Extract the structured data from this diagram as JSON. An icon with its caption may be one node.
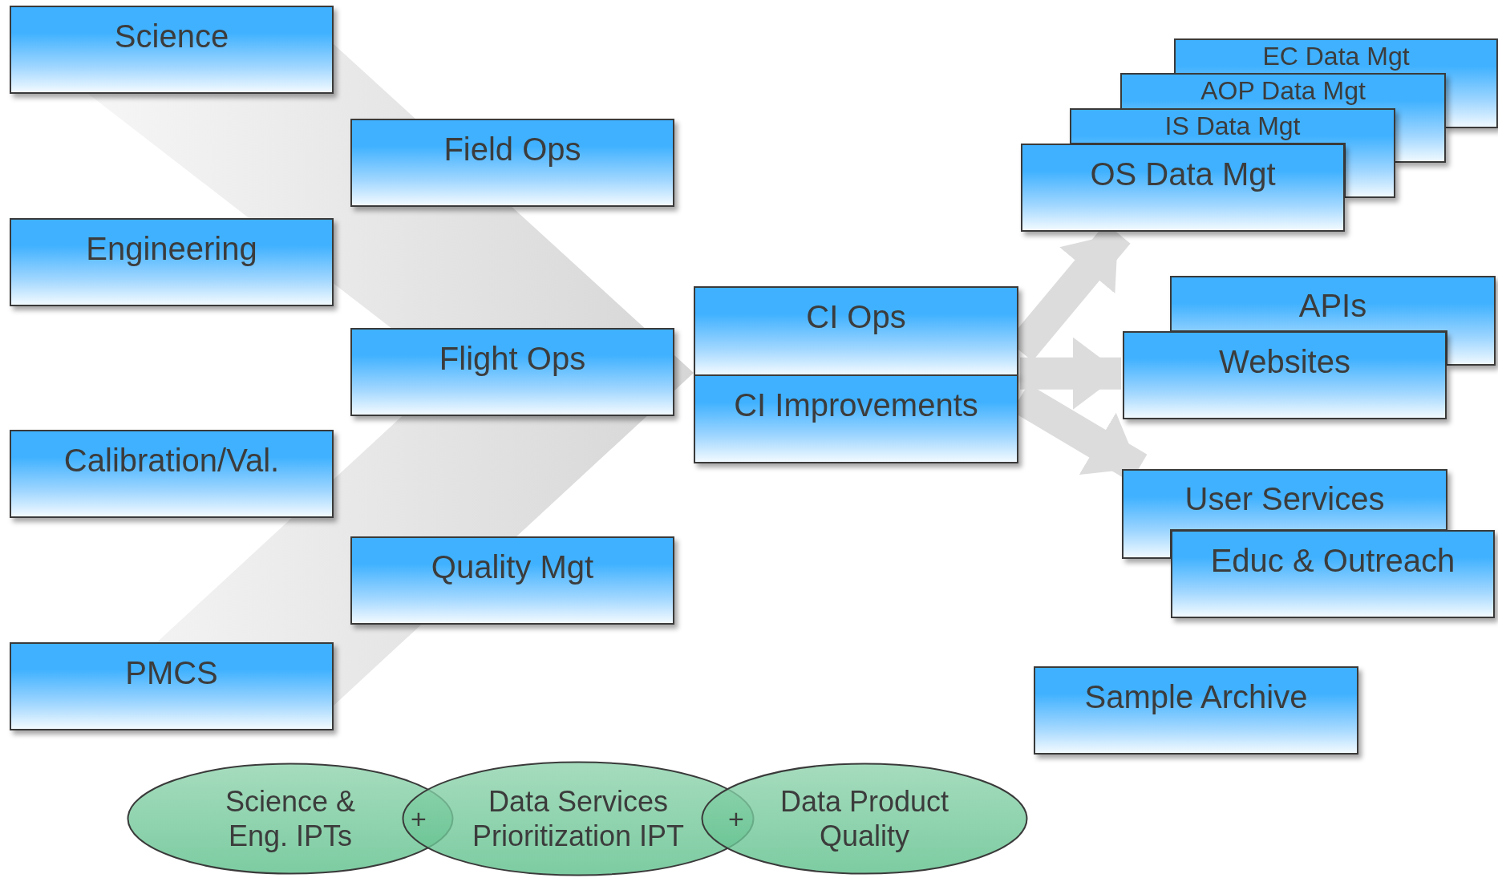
{
  "diagram": {
    "nodes": [
      {
        "text": [
          "Science"
        ]
      },
      {
        "text": [
          "Field Ops"
        ]
      },
      {
        "text": [
          "Engineering"
        ]
      },
      {
        "text": [
          "Flight Ops"
        ]
      },
      {
        "text": [
          "Calibration/Val."
        ]
      },
      {
        "text": [
          "Quality Mgt"
        ]
      },
      {
        "text": [
          "PMCS"
        ]
      },
      {
        "text": [
          "CI Ops"
        ]
      },
      {
        "text": [
          "CI Improvements"
        ]
      },
      {
        "text": [
          "EC Data Mgt"
        ]
      },
      {
        "text": [
          "AOP Data Mgt"
        ]
      },
      {
        "text": [
          "IS Data Mgt"
        ]
      },
      {
        "text": [
          "OS Data Mgt"
        ]
      },
      {
        "text": [
          "APIs"
        ]
      },
      {
        "text": [
          "Websites"
        ]
      },
      {
        "text": [
          "User Services"
        ]
      },
      {
        "text": [
          "Educ & Outreach"
        ]
      },
      {
        "text": [
          "Sample Archive"
        ]
      },
      {
        "text": [
          "Science & Eng. IPTs"
        ]
      },
      {
        "text": [
          "Data Services Prioritization IPT"
        ]
      },
      {
        "text": [
          "Data Product Quality"
        ]
      }
    ],
    "edges": [
      {
        "from": 7,
        "to": 12,
        "arrow": "to"
      },
      {
        "from": 7,
        "to": 14,
        "arrow": "to"
      },
      {
        "from": 8,
        "to": 15,
        "arrow": "to"
      }
    ],
    "labels": [
      "+",
      "+"
    ]
  }
}
